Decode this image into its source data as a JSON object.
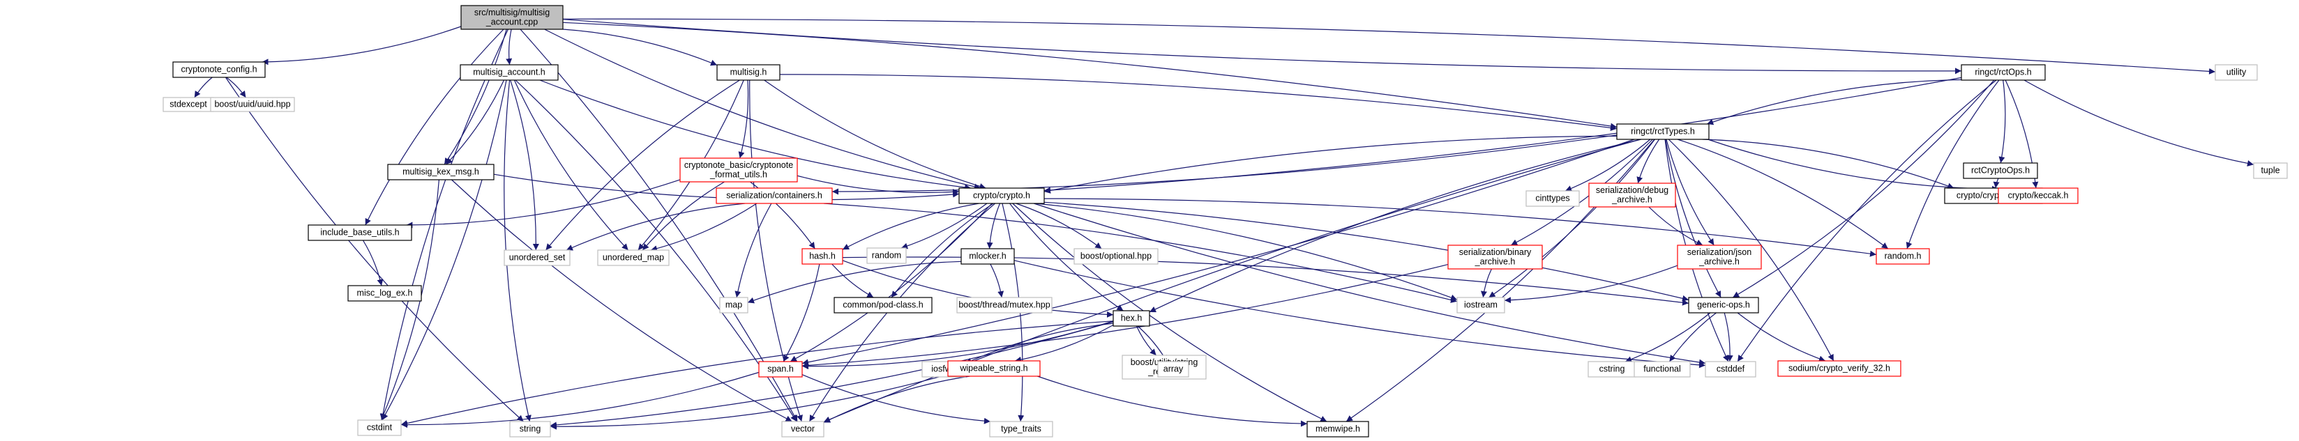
{
  "graph": {
    "root": "root",
    "nodes": [
      {
        "id": "root",
        "lines": [
          "src/multisig/multisig",
          "_account.cpp"
        ],
        "kind": "root"
      },
      {
        "id": "cryptonote_config",
        "lines": [
          "cryptonote_config.h"
        ],
        "kind": "normal"
      },
      {
        "id": "multisig_account_h",
        "lines": [
          "multisig_account.h"
        ],
        "kind": "normal"
      },
      {
        "id": "multisig_h",
        "lines": [
          "multisig.h"
        ],
        "kind": "normal"
      },
      {
        "id": "rctOps",
        "lines": [
          "ringct/rctOps.h"
        ],
        "kind": "normal"
      },
      {
        "id": "utility",
        "lines": [
          "utility"
        ],
        "kind": "gray"
      },
      {
        "id": "stdexcept",
        "lines": [
          "stdexcept"
        ],
        "kind": "gray"
      },
      {
        "id": "boost_uuid",
        "lines": [
          "boost/uuid/uuid.hpp"
        ],
        "kind": "gray"
      },
      {
        "id": "multisig_kex_msg",
        "lines": [
          "multisig_kex_msg.h"
        ],
        "kind": "normal"
      },
      {
        "id": "cn_format_utils",
        "lines": [
          "cryptonote_basic/cryptonote",
          "_format_utils.h"
        ],
        "kind": "red"
      },
      {
        "id": "rctTypes",
        "lines": [
          "ringct/rctTypes.h"
        ],
        "kind": "normal"
      },
      {
        "id": "rctCryptoOps",
        "lines": [
          "rctCryptoOps.h"
        ],
        "kind": "normal"
      },
      {
        "id": "tuple",
        "lines": [
          "tuple"
        ],
        "kind": "gray"
      },
      {
        "id": "include_base_utils",
        "lines": [
          "include_base_utils.h"
        ],
        "kind": "normal"
      },
      {
        "id": "ser_containers",
        "lines": [
          "serialization/containers.h"
        ],
        "kind": "red"
      },
      {
        "id": "crypto_h",
        "lines": [
          "crypto/crypto.h"
        ],
        "kind": "normal"
      },
      {
        "id": "cinttypes",
        "lines": [
          "cinttypes"
        ],
        "kind": "gray"
      },
      {
        "id": "ser_debug",
        "lines": [
          "serialization/debug",
          "_archive.h"
        ],
        "kind": "red"
      },
      {
        "id": "crypto_ops",
        "lines": [
          "crypto/crypto-ops.h"
        ],
        "kind": "normal"
      },
      {
        "id": "keccak",
        "lines": [
          "crypto/keccak.h"
        ],
        "kind": "red"
      },
      {
        "id": "misc_log_ex",
        "lines": [
          "misc_log_ex.h"
        ],
        "kind": "normal"
      },
      {
        "id": "unordered_set",
        "lines": [
          "unordered_set"
        ],
        "kind": "gray"
      },
      {
        "id": "unordered_map",
        "lines": [
          "unordered_map"
        ],
        "kind": "gray"
      },
      {
        "id": "hash_h",
        "lines": [
          "hash.h"
        ],
        "kind": "red"
      },
      {
        "id": "random",
        "lines": [
          "random"
        ],
        "kind": "gray"
      },
      {
        "id": "mlocker",
        "lines": [
          "mlocker.h"
        ],
        "kind": "normal"
      },
      {
        "id": "boost_optional",
        "lines": [
          "boost/optional.hpp"
        ],
        "kind": "gray"
      },
      {
        "id": "ser_binary",
        "lines": [
          "serialization/binary",
          "_archive.h"
        ],
        "kind": "red"
      },
      {
        "id": "ser_json",
        "lines": [
          "serialization/json",
          "_archive.h"
        ],
        "kind": "red"
      },
      {
        "id": "random_h",
        "lines": [
          "random.h"
        ],
        "kind": "red"
      },
      {
        "id": "map",
        "lines": [
          "map"
        ],
        "kind": "gray"
      },
      {
        "id": "pod_class",
        "lines": [
          "common/pod-class.h"
        ],
        "kind": "normal"
      },
      {
        "id": "boost_mutex",
        "lines": [
          "boost/thread/mutex.hpp"
        ],
        "kind": "gray"
      },
      {
        "id": "iostream",
        "lines": [
          "iostream"
        ],
        "kind": "gray"
      },
      {
        "id": "generic_ops",
        "lines": [
          "generic-ops.h"
        ],
        "kind": "normal"
      },
      {
        "id": "hex_h",
        "lines": [
          "hex.h"
        ],
        "kind": "normal"
      },
      {
        "id": "span_h",
        "lines": [
          "span.h"
        ],
        "kind": "red"
      },
      {
        "id": "iosfwd",
        "lines": [
          "iosfwd"
        ],
        "kind": "gray"
      },
      {
        "id": "wipeable_string",
        "lines": [
          "wipeable_string.h"
        ],
        "kind": "red"
      },
      {
        "id": "boost_string_ref",
        "lines": [
          "boost/utility/string",
          "_ref.hpp"
        ],
        "kind": "gray"
      },
      {
        "id": "array",
        "lines": [
          "array"
        ],
        "kind": "gray"
      },
      {
        "id": "cstring",
        "lines": [
          "cstring"
        ],
        "kind": "gray"
      },
      {
        "id": "functional",
        "lines": [
          "functional"
        ],
        "kind": "gray"
      },
      {
        "id": "cstddef",
        "lines": [
          "cstddef"
        ],
        "kind": "gray"
      },
      {
        "id": "verify32",
        "lines": [
          "sodium/crypto_verify_32.h"
        ],
        "kind": "red"
      },
      {
        "id": "cstdint",
        "lines": [
          "cstdint"
        ],
        "kind": "gray"
      },
      {
        "id": "string",
        "lines": [
          "string"
        ],
        "kind": "gray"
      },
      {
        "id": "vector",
        "lines": [
          "vector"
        ],
        "kind": "gray"
      },
      {
        "id": "type_traits",
        "lines": [
          "type_traits"
        ],
        "kind": "gray"
      },
      {
        "id": "memwipe",
        "lines": [
          "memwipe.h"
        ],
        "kind": "normal"
      }
    ],
    "edges": [
      [
        "root",
        "cryptonote_config"
      ],
      [
        "root",
        "multisig_account_h"
      ],
      [
        "root",
        "multisig_h"
      ],
      [
        "root",
        "rctOps"
      ],
      [
        "root",
        "utility"
      ],
      [
        "root",
        "crypto_h"
      ],
      [
        "root",
        "multisig_kex_msg"
      ],
      [
        "root",
        "include_base_utils"
      ],
      [
        "root",
        "rctTypes"
      ],
      [
        "root",
        "cstdint"
      ],
      [
        "root",
        "vector"
      ],
      [
        "cryptonote_config",
        "stdexcept"
      ],
      [
        "cryptonote_config",
        "boost_uuid"
      ],
      [
        "cryptonote_config",
        "string"
      ],
      [
        "multisig_account_h",
        "multisig_kex_msg"
      ],
      [
        "multisig_account_h",
        "crypto_h"
      ],
      [
        "multisig_account_h",
        "cstdint"
      ],
      [
        "multisig_account_h",
        "string"
      ],
      [
        "multisig_account_h",
        "unordered_set"
      ],
      [
        "multisig_account_h",
        "unordered_map"
      ],
      [
        "multisig_account_h",
        "vector"
      ],
      [
        "multisig_kex_msg",
        "crypto_h"
      ],
      [
        "multisig_kex_msg",
        "cstdint"
      ],
      [
        "multisig_kex_msg",
        "vector"
      ],
      [
        "multisig_h",
        "cn_format_utils"
      ],
      [
        "multisig_h",
        "crypto_h"
      ],
      [
        "multisig_h",
        "rctTypes"
      ],
      [
        "multisig_h",
        "unordered_set"
      ],
      [
        "multisig_h",
        "unordered_map"
      ],
      [
        "multisig_h",
        "vector"
      ],
      [
        "cn_format_utils",
        "include_base_utils"
      ],
      [
        "cn_format_utils",
        "crypto_h"
      ],
      [
        "cn_format_utils",
        "hash_h"
      ],
      [
        "cn_format_utils",
        "unordered_map"
      ],
      [
        "include_base_utils",
        "misc_log_ex"
      ],
      [
        "rctOps",
        "rctTypes"
      ],
      [
        "rctOps",
        "rctCryptoOps"
      ],
      [
        "rctOps",
        "tuple"
      ],
      [
        "rctOps",
        "keccak"
      ],
      [
        "rctOps",
        "random_h"
      ],
      [
        "rctOps",
        "generic_ops"
      ],
      [
        "rctOps",
        "cstddef"
      ],
      [
        "rctOps",
        "crypto_h"
      ],
      [
        "rctCryptoOps",
        "crypto_ops"
      ],
      [
        "rctTypes",
        "ser_containers"
      ],
      [
        "rctTypes",
        "crypto_h"
      ],
      [
        "rctTypes",
        "cinttypes"
      ],
      [
        "rctTypes",
        "ser_debug"
      ],
      [
        "rctTypes",
        "crypto_ops"
      ],
      [
        "rctTypes",
        "keccak"
      ],
      [
        "rctTypes",
        "ser_binary"
      ],
      [
        "rctTypes",
        "ser_json"
      ],
      [
        "rctTypes",
        "random_h"
      ],
      [
        "rctTypes",
        "generic_ops"
      ],
      [
        "rctTypes",
        "iostream"
      ],
      [
        "rctTypes",
        "hex_h"
      ],
      [
        "rctTypes",
        "span_h"
      ],
      [
        "rctTypes",
        "cstddef"
      ],
      [
        "rctTypes",
        "verify32"
      ],
      [
        "rctTypes",
        "vector"
      ],
      [
        "rctTypes",
        "memwipe"
      ],
      [
        "ser_debug",
        "ser_json"
      ],
      [
        "ser_json",
        "iostream"
      ],
      [
        "ser_binary",
        "iostream"
      ],
      [
        "ser_binary",
        "span_h"
      ],
      [
        "ser_containers",
        "unordered_set"
      ],
      [
        "ser_containers",
        "unordered_map"
      ],
      [
        "ser_containers",
        "map"
      ],
      [
        "ser_containers",
        "iostream"
      ],
      [
        "crypto_h",
        "hash_h"
      ],
      [
        "crypto_h",
        "random"
      ],
      [
        "crypto_h",
        "mlocker"
      ],
      [
        "crypto_h",
        "boost_optional"
      ],
      [
        "crypto_h",
        "pod_class"
      ],
      [
        "crypto_h",
        "generic_ops"
      ],
      [
        "crypto_h",
        "hex_h"
      ],
      [
        "crypto_h",
        "span_h"
      ],
      [
        "crypto_h",
        "memwipe"
      ],
      [
        "crypto_h",
        "random_h"
      ],
      [
        "crypto_h",
        "cstddef"
      ],
      [
        "crypto_h",
        "iostream"
      ],
      [
        "crypto_h",
        "vector"
      ],
      [
        "crypto_h",
        "type_traits"
      ],
      [
        "hash_h",
        "pod_class"
      ],
      [
        "hash_h",
        "generic_ops"
      ],
      [
        "hash_h",
        "hex_h"
      ],
      [
        "hash_h",
        "span_h"
      ],
      [
        "mlocker",
        "map"
      ],
      [
        "mlocker",
        "boost_mutex"
      ],
      [
        "mlocker",
        "cstddef"
      ],
      [
        "generic_ops",
        "cstring"
      ],
      [
        "generic_ops",
        "functional"
      ],
      [
        "generic_ops",
        "cstddef"
      ],
      [
        "generic_ops",
        "verify32"
      ],
      [
        "hex_h",
        "span_h"
      ],
      [
        "hex_h",
        "iosfwd"
      ],
      [
        "hex_h",
        "wipeable_string"
      ],
      [
        "hex_h",
        "boost_string_ref"
      ],
      [
        "hex_h",
        "array"
      ],
      [
        "hex_h",
        "cstdint"
      ],
      [
        "hex_h",
        "string"
      ],
      [
        "span_h",
        "type_traits"
      ],
      [
        "span_h",
        "cstdint"
      ],
      [
        "wipeable_string",
        "memwipe"
      ],
      [
        "wipeable_string",
        "string"
      ],
      [
        "wipeable_string",
        "vector"
      ]
    ]
  },
  "colors": {
    "edge": "#191970",
    "node_border": "#000000",
    "gray_border": "#bfbfbf",
    "red_border": "#ff0000",
    "root_fill": "#bfbfbf"
  }
}
